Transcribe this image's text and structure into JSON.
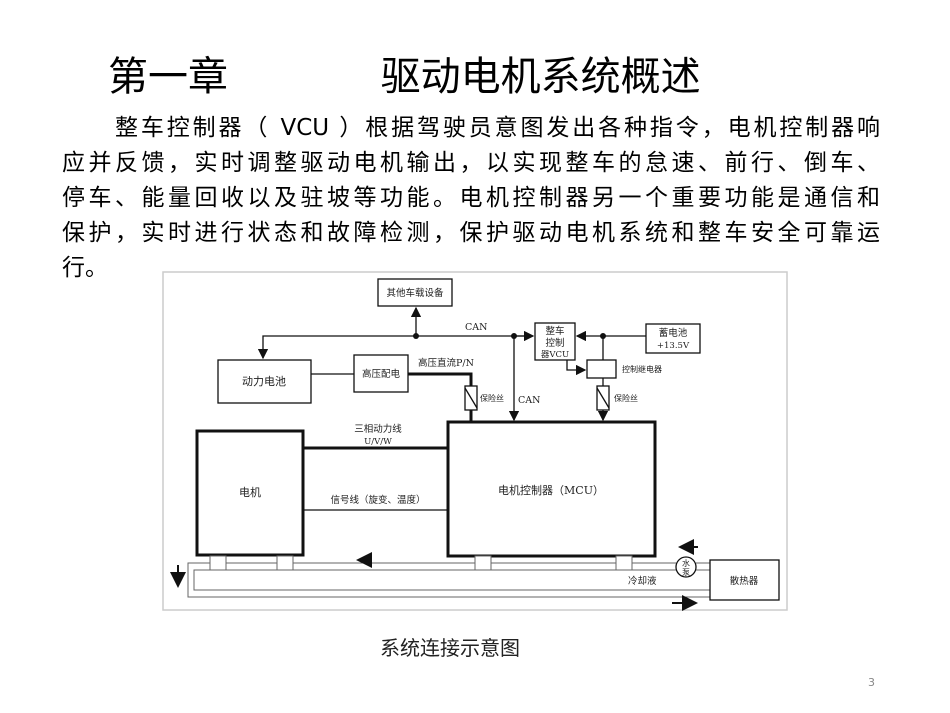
{
  "slide": {
    "title": "第一章            驱动电机系统概述",
    "paragraph_lines": [
      "整车控制器（ VCU ）根据驾驶员意图发出各种指令，电机控制器响",
      "应并反馈，实时调整驱动电机输出，以实现整车的怠速、前行、倒车、",
      "停车、能量回收以及驻坡等功能。电机控制器另一个重要功能是通信和",
      "保护，实时进行状态和故障检测，保护驱动电机系统和整车安全可靠运",
      "行。"
    ],
    "caption": "系统连接示意图",
    "page_number": "3"
  },
  "diagram": {
    "other_devices": "其他车载设备",
    "can_top": "CAN",
    "can_vertical": "CAN",
    "power_battery": "动力电池",
    "hv_distribution": "高压配电",
    "hv_dc": "高压直流P/N",
    "fuse1": "保险丝",
    "fuse2": "保险丝",
    "vcu_lines": [
      "整车",
      "控制",
      "器VCU"
    ],
    "battery_lines": [
      "蓄电池",
      "+13.5V"
    ],
    "relay": "控制继电器",
    "three_phase": "三相动力线",
    "uvw": "U/V/W",
    "signal_line": "信号线（旋变、温度）",
    "motor": "电机",
    "mcu": "电机控制器（MCU）",
    "pump_lines": [
      "水",
      "泵"
    ],
    "coolant": "冷却液",
    "radiator": "散热器"
  }
}
